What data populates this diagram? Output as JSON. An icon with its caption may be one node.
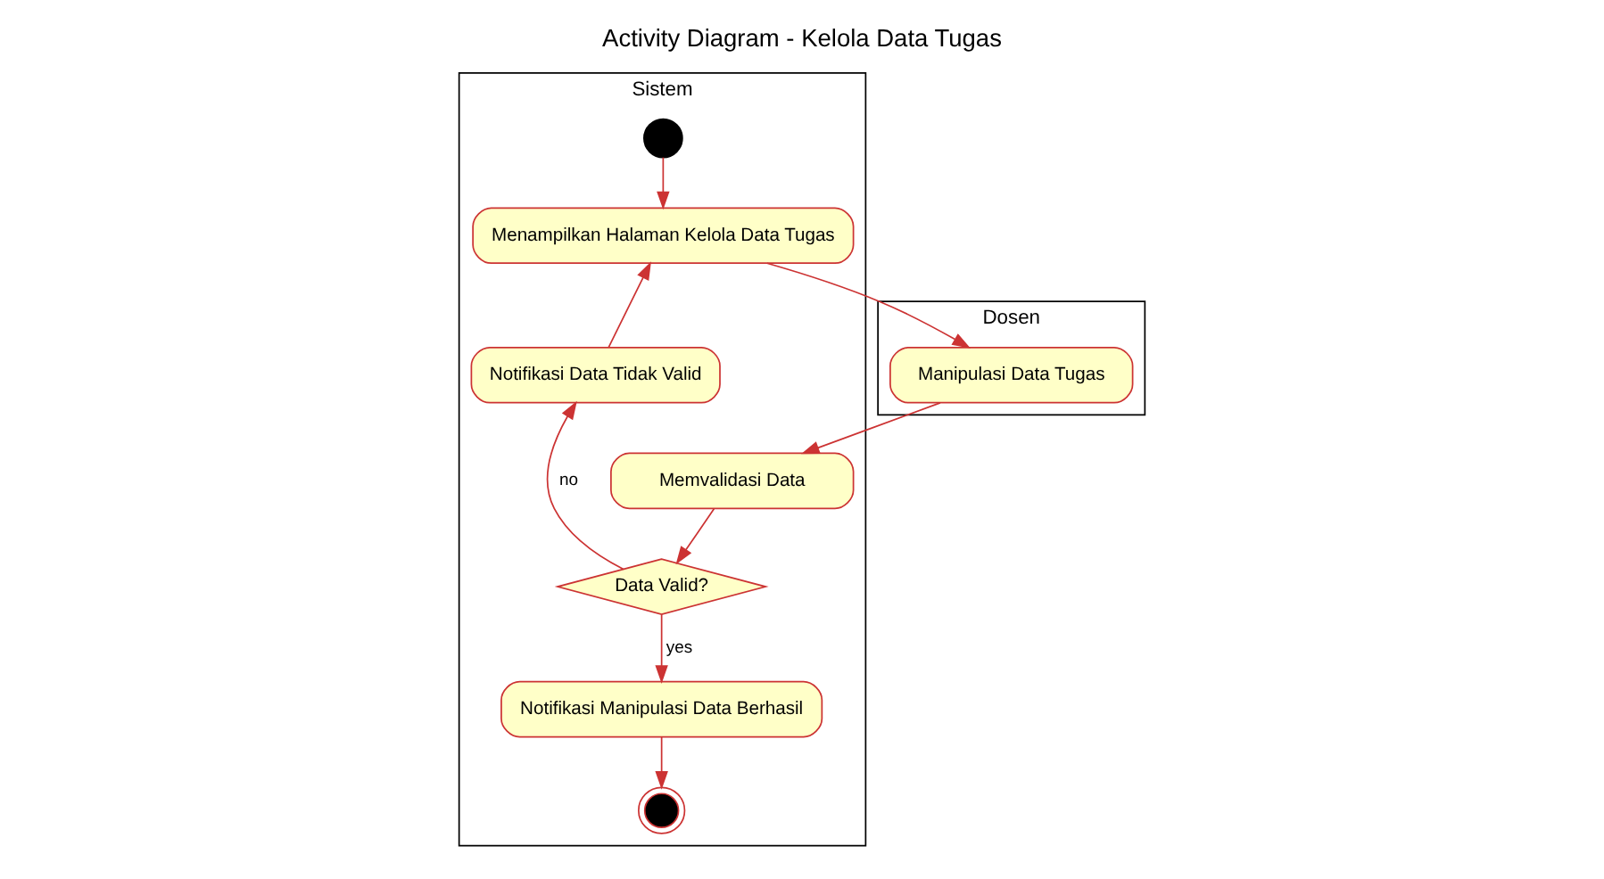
{
  "diagram": {
    "title": "Activity Diagram - Kelola Data Tugas",
    "nodes": [
      {
        "text": [
          "Dosen"
        ]
      },
      {
        "text": [
          "Sistem"
        ]
      },
      {
        "text": [],
        "shape": "circle",
        "in": 1
      },
      {
        "text": [
          "Menampilkan Halaman Kelola Data Tugas"
        ],
        "in": 1
      },
      {
        "text": [
          "Manipulasi Data Tugas"
        ],
        "in": 0
      },
      {
        "text": [
          "Notifikasi Data Tidak Valid"
        ],
        "in": 1
      },
      {
        "text": [
          "Memvalidasi Data"
        ],
        "in": 1
      },
      {
        "text": [
          "Data Valid?"
        ],
        "in": 1
      },
      {
        "text": [
          "Notifikasi Manipulasi Data Berhasil"
        ],
        "in": 1
      },
      {
        "text": [],
        "shape": "circle",
        "in": 1
      }
    ],
    "edges": [
      {
        "from": 2,
        "to": 3,
        "arrow": "to"
      },
      {
        "from": 3,
        "to": 4,
        "arrow": "to"
      },
      {
        "from": 4,
        "to": 6,
        "arrow": "to"
      },
      {
        "from": 6,
        "to": 7,
        "arrow": "to"
      },
      {
        "from": 7,
        "to": 5,
        "arrow": "to",
        "label": "no"
      },
      {
        "from": 5,
        "to": 3,
        "arrow": "to"
      },
      {
        "from": 7,
        "to": 8,
        "arrow": "to",
        "label": "yes"
      },
      {
        "from": 8,
        "to": 9,
        "arrow": "to"
      }
    ]
  }
}
